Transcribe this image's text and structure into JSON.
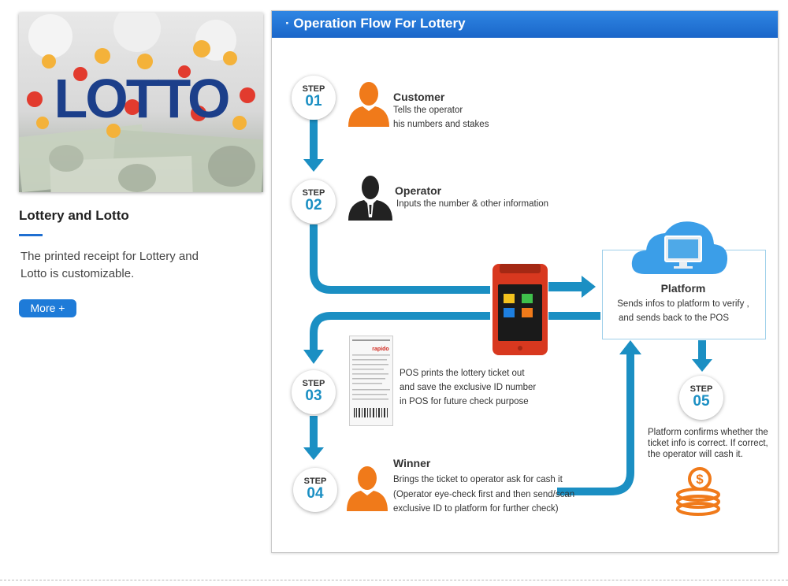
{
  "left": {
    "hero_logo": "LOTTO",
    "title": "Lottery and Lotto",
    "description": "The printed receipt for Lottery and Lotto is customizable.",
    "more_button": "More +"
  },
  "panel": {
    "title": "· Operation Flow For Lottery",
    "steps": [
      {
        "label": "STEP",
        "number": "01"
      },
      {
        "label": "STEP",
        "number": "02"
      },
      {
        "label": "STEP",
        "number": "03"
      },
      {
        "label": "STEP",
        "number": "04"
      },
      {
        "label": "STEP",
        "number": "05"
      }
    ],
    "customer": {
      "title": "Customer",
      "line1": "Tells the operator",
      "line2": "his numbers and stakes"
    },
    "operator": {
      "title": "Operator",
      "line1": "Inputs the number & other information"
    },
    "pos": {
      "line1": "POS prints the lottery ticket out",
      "line2": "and save the exclusive ID number",
      "line3": "in POS for future check purpose"
    },
    "winner": {
      "title": "Winner",
      "line1": "Brings the ticket to operator ask for cash it",
      "line2": "(Operator eye-check first and then send/scan",
      "line3": "exclusive ID to platform for further check)"
    },
    "platform": {
      "title": "Platform",
      "line1": "Sends infos to platform to verify ,",
      "line2": "and sends back to the POS"
    },
    "confirm": {
      "line1": "Platform confirms whether the",
      "line2": "ticket info is correct. If correct,",
      "line3": "the operator will cash it."
    },
    "receipt_brand": "rapido"
  },
  "colors": {
    "accent": "#1e7bd8",
    "flow": "#1b8fc3",
    "person": "#f07a1a",
    "coin": "#f07a1a"
  }
}
